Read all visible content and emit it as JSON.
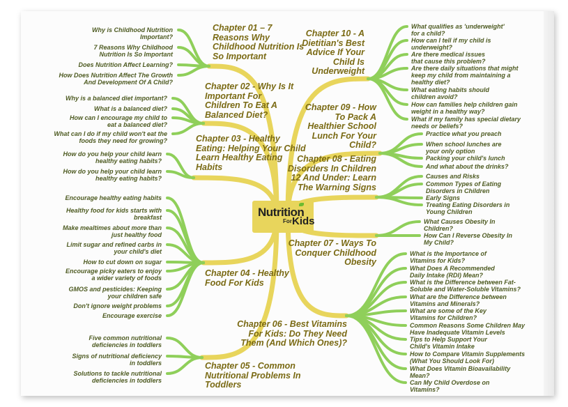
{
  "center": {
    "logo_main": "Nutrition",
    "logo_for": "For",
    "logo_kids": "Kids"
  },
  "colors": {
    "trunk": "#e8d55c",
    "branch": "#8fcf5a",
    "leaf_text": "#4e5b22",
    "chapter_text": "#7a6a14"
  },
  "chapters": [
    {
      "title": "Chapter 01 – 7\nReasons Why\nChildhood Nutrition Is\nSo Important",
      "topics": [
        "Why is Childhood Nutrition\nImportant?",
        "7 Reasons Why Childhood\nNutrition Is So Important",
        "Does Nutrition Affect Learning?",
        "How Does Nutrition Affect The Growth\nAnd Development Of A Child?"
      ]
    },
    {
      "title": "Chapter 02 - Why Is It\nImportant For\nChildren To Eat A\nBalanced Diet?",
      "topics": [
        "Why is a balanced diet important?",
        "What is a balanced diet?",
        "How can I encourage my child to\neat a balanced diet?",
        "What can I do if my child won't eat the\nfoods they need for growing?"
      ]
    },
    {
      "title": "Chapter 03 - Healthy\nEating: Helping Your Child\nLearn Healthy Eating\nHabits",
      "topics": [
        "How do you help your child learn\nhealthy eating habits?",
        "How do you help your child learn\nhealthy eating habits?"
      ]
    },
    {
      "title": "Chapter 04 - Healthy\nFood For Kids",
      "topics": [
        "Encourage healthy eating habits",
        "Healthy food for kids starts with\nbreakfast",
        "Make mealtimes about more than\njust healthy food",
        "Limit sugar and refined carbs in\nyour child's diet",
        "How to cut down on sugar",
        "Encourage picky eaters to enjoy\na wider variety of foods",
        "GMOS and pesticides: Keeping\nyour children safe",
        "Don't ignore weight problems",
        "Encourage exercise"
      ]
    },
    {
      "title": "Chapter 05 - Common\nNutritional Problems In\nToddlers",
      "topics": [
        "Five common nutritional\ndeficiencies in toddlers",
        "Signs of nutritional deficiency\nin toddlers",
        "Solutions to tackle nutritional\ndeficiencies in toddlers"
      ]
    },
    {
      "title": "Chapter 06 - Best Vitamins\nFor Kids: Do They Need\nThem (And Which Ones)?",
      "topics": [
        "What is the Importance of\nVitamins for Kids?",
        "What Does A Recommended\nDaily Intake (RDI) Mean?",
        "What is the Difference between Fat-\nSoluble and Water-Soluble Vitamins?",
        "What are the Difference between\nVitamins and Minerals?",
        "What are some of the Key\nVitamins for Children?",
        "Common Reasons Some Children May\nHave Inadequate Vitamin Levels",
        "Tips to Help Support Your\nChild's Vitamin Intake",
        "How to Compare Vitamin Supplements\n(What You Should Look For)",
        "What Does Vitamin Bioavailability\nMean?",
        "Can My Child Overdose on\nVitamins?"
      ]
    },
    {
      "title": "Chapter 07 - Ways To\nConquer Childhood\nObesity",
      "topics": [
        "What Causes Obesity In\nChildren?",
        "How Can I Reverse Obesity In\nMy Child?"
      ]
    },
    {
      "title": "Chapter 08 - Eating\nDisorders In Children\n12 And Under: Learn\nThe Warning Signs",
      "topics": [
        "Causes and Risks",
        "Common Types of Eating\nDisorders in Children",
        "Early Signs",
        "Treating Eating Disorders in\nYoung Children"
      ]
    },
    {
      "title": "Chapter 09 - How\nTo Pack A\nHealthier School\nLunch For Your\nChild?",
      "topics": [
        "Practice what you preach",
        "When school lunches are\nyour only option",
        "Packing your child's lunch",
        "And what about the drinks?"
      ]
    },
    {
      "title": "Chapter 10 - A\nDietitian's Best\nAdvice If Your\nChild Is\nUnderweight",
      "topics": [
        "What qualifies as 'underweight'\nfor a child?",
        "How can I tell if my child is\nunderweight?",
        "Are there medical issues\nthat cause this problem?",
        "Are there daily situations that might\nkeep my child from maintaining a\nhealthy diet?",
        "What eating habits should\nchildren avoid?",
        "How can families help children gain\nweight in a healthy way?",
        "What if my family has special dietary\nneeds or beliefs?"
      ]
    }
  ]
}
